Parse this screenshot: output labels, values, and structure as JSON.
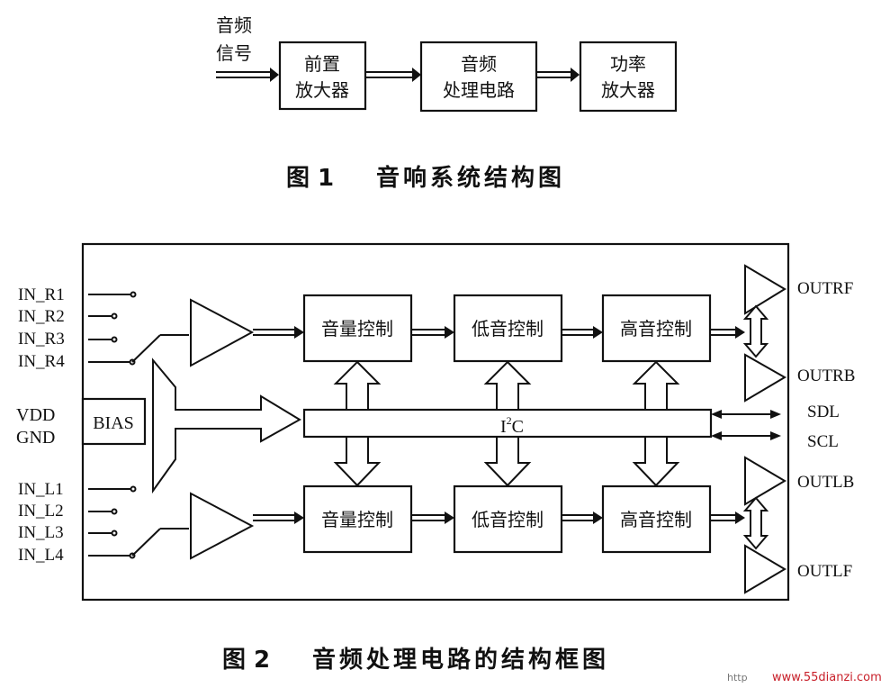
{
  "fig1": {
    "input_label": [
      "音频",
      "信号"
    ],
    "block1": [
      "前置",
      "放大器"
    ],
    "block2": [
      "音频",
      "处理电路"
    ],
    "block3": [
      "功率",
      "放大器"
    ],
    "caption_num": "图 1",
    "caption_text": "音响系统结构图"
  },
  "fig2": {
    "inputs_right": [
      "IN_R1",
      "IN_R2",
      "IN_R3",
      "IN_R4"
    ],
    "inputs_left": [
      "IN_L1",
      "IN_L2",
      "IN_L3",
      "IN_L4"
    ],
    "power": [
      "VDD",
      "GND"
    ],
    "bias": "BIAS",
    "bus": "I²C",
    "volume_ctrl": "音量控制",
    "bass_ctrl": "低音控制",
    "treble_ctrl": "高音控制",
    "outputs": [
      "OUTRF",
      "OUTRB",
      "OUTLB",
      "OUTLF"
    ],
    "serial": [
      "SDL",
      "SCL"
    ],
    "caption_num": "图 2",
    "caption_text": "音频处理电路的结构框图"
  },
  "watermark": {
    "prefix": "http",
    "site": "www.55dianzi.com",
    "color": "#c8202a"
  }
}
